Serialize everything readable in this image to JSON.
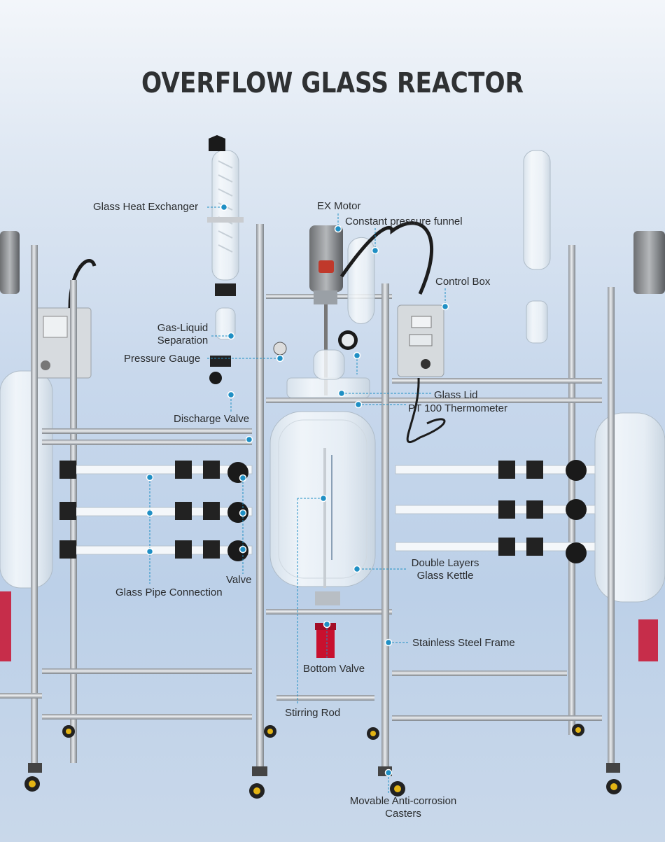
{
  "title": "OVERFLOW GLASS REACTOR",
  "colors": {
    "accent": "#1f8fc4",
    "text": "#2a2c2e",
    "title": "#2f3133"
  },
  "labels": {
    "glass_heat_exchanger": "Glass Heat Exchanger",
    "ex_motor": "EX Motor",
    "constant_pressure_funnel": "Constant pressure funnel",
    "control_box": "Control Box",
    "gas_liquid_1": "Gas-Liquid",
    "gas_liquid_2": "Separation",
    "pressure_gauge": "Pressure Gauge",
    "glass_lid": "Glass Lid",
    "pt100": "PT 100 Thermometer",
    "discharge_valve": "Discharge Valve",
    "double_layers_1": "Double Layers",
    "double_layers_2": "Glass Kettle",
    "valve": "Valve",
    "glass_pipe_connection": "Glass Pipe Connection",
    "stainless_steel_frame": "Stainless Steel Frame",
    "bottom_valve": "Bottom Valve",
    "stirring_rod": "Stirring Rod",
    "casters_1": "Movable Anti-corrosion",
    "casters_2": "Casters"
  }
}
